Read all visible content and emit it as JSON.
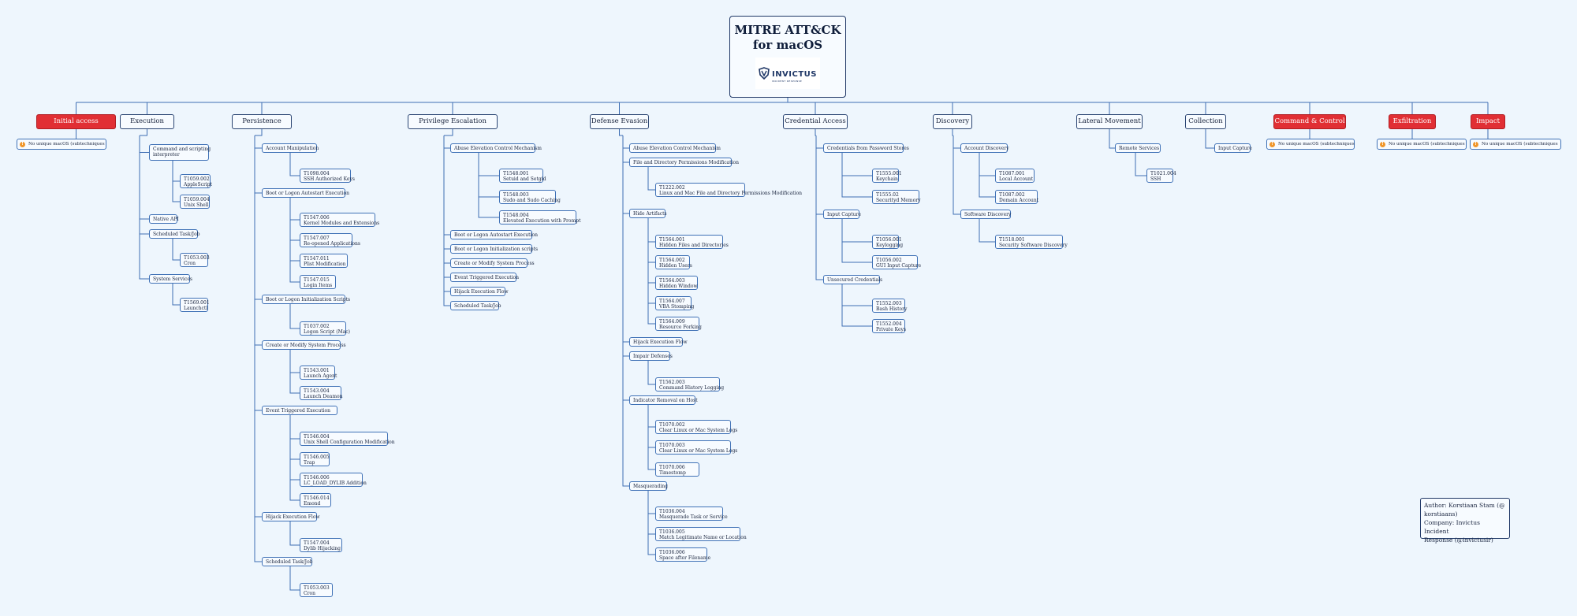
{
  "root": {
    "title_line1": "MITRE ATT&CK",
    "title_line2": "for macOS",
    "logo_text": "INVICTUS",
    "logo_sub": "INCIDENT RESPONSE"
  },
  "tactics": [
    {
      "label": "Initial access",
      "red": true
    },
    {
      "label": "Execution",
      "red": false
    },
    {
      "label": "Persistence",
      "red": false
    },
    {
      "label": "Privilege Escalation",
      "red": false
    },
    {
      "label": "Defense Evasion",
      "red": false
    },
    {
      "label": "Credential Access",
      "red": false
    },
    {
      "label": "Discovery",
      "red": false
    },
    {
      "label": "Lateral Movement",
      "red": false
    },
    {
      "label": "Collection",
      "red": false
    },
    {
      "label": "Command & Control",
      "red": true
    },
    {
      "label": "Exfiltration",
      "red": true
    },
    {
      "label": "Impact",
      "red": true
    }
  ],
  "no_unique": "No unique macOS (subtechniques",
  "execution": [
    {
      "parent": "Command and scripting interpreter",
      "children": [
        [
          "T1059.002",
          "AppleScript"
        ],
        [
          "T1059.004",
          "Unix Shell"
        ]
      ]
    },
    {
      "parent": "Native API",
      "children": []
    },
    {
      "parent": "Scheduled Task/Job",
      "children": [
        [
          "T1053.003",
          "Cron"
        ]
      ]
    },
    {
      "parent": "System Services",
      "children": [
        [
          "T1569.001",
          "Launchctl"
        ]
      ]
    }
  ],
  "persistence": [
    {
      "parent": "Account Manipulation",
      "children": [
        [
          "T1098.004",
          "SSH Authorized Keys"
        ]
      ]
    },
    {
      "parent": "Boot or Logon Autostart Execution",
      "children": [
        [
          "T1547.006",
          "Kernel Modules and Extensions"
        ],
        [
          "T1547.007",
          "Re-opened Applications"
        ],
        [
          "T1547.011",
          "Plist Modification"
        ],
        [
          "T1547.015",
          "Login Items"
        ]
      ]
    },
    {
      "parent": "Boot or Logon Initialization Scripts",
      "children": [
        [
          "T1037.002",
          "Logon Script (Mac)"
        ]
      ]
    },
    {
      "parent": "Create or Modify System Process",
      "children": [
        [
          "T1543.001",
          "Launch Agent"
        ],
        [
          "T1543.004",
          "Launch Deamon"
        ]
      ]
    },
    {
      "parent": "Event Triggered Execution",
      "children": [
        [
          "T1546.004",
          "Unix Shell Configuration Modification"
        ],
        [
          "T1546.005",
          "Trap"
        ],
        [
          "T1546.006",
          "LC_LOAD_DYLIB Addition"
        ],
        [
          "T1546.014",
          "Emond"
        ]
      ]
    },
    {
      "parent": "Hijack Execution Flow",
      "children": [
        [
          "T1547.004",
          "Dylib Hijacking"
        ]
      ]
    },
    {
      "parent": "Scheduled Task/Job",
      "children": [
        [
          "T1053.003",
          "Cron"
        ]
      ]
    }
  ],
  "privilege": [
    {
      "parent": "Abuse Elevation Control Mechanism",
      "children": [
        [
          "T1548.001",
          "Setuid and Setgid"
        ],
        [
          "T1548.003",
          "Sudo and Sudo Caching"
        ],
        [
          "T1548.004",
          "Elevated Execution with Prompt"
        ]
      ]
    },
    {
      "parent": "Boot or Logon Autostart Execution",
      "children": []
    },
    {
      "parent": "Boot or Logon Initialization scripts",
      "children": []
    },
    {
      "parent": "Create or Modify System Process",
      "children": []
    },
    {
      "parent": "Event Triggered Execution",
      "children": []
    },
    {
      "parent": "Hijack Execution Flow",
      "children": []
    },
    {
      "parent": "Scheduled Task/Job",
      "children": []
    }
  ],
  "defense": [
    {
      "parent": "Abuse Elevation Control Mechanism",
      "children": []
    },
    {
      "parent": "File and Directory Permissions Modification",
      "children": [
        [
          "T1222.002",
          "Linux and Mac File and Directory Permissions Modification"
        ]
      ]
    },
    {
      "parent": "Hide Artifacts",
      "children": [
        [
          "T1564.001",
          "Hidden Files and Directories"
        ],
        [
          "T1564.002",
          "Hidden Users"
        ],
        [
          "T1564.003",
          "Hidden Window"
        ],
        [
          "T1564.007",
          "VBA Stomping"
        ],
        [
          "T1564.009",
          "Resource Forking"
        ]
      ]
    },
    {
      "parent": "Hijack Execution Flow",
      "children": []
    },
    {
      "parent": "Impair Defenses",
      "children": [
        [
          "T1562.003",
          "Command History Logging"
        ]
      ]
    },
    {
      "parent": "Indicator Removal on Host",
      "children": [
        [
          "T1070.002",
          "Clear Linux or Mac System Logs"
        ],
        [
          "T1070.003",
          "Clear Linux or Mac System Logs"
        ],
        [
          "T1070.006",
          "Timestomp"
        ]
      ]
    },
    {
      "parent": "Masquerading",
      "children": [
        [
          "T1036.004",
          "Masquerade Task or Service"
        ],
        [
          "T1036.005",
          "Match Legitimate Name or Location"
        ],
        [
          "T1036.006",
          "Space after Filename"
        ]
      ]
    }
  ],
  "credential": [
    {
      "parent": "Credentials from Password Stores",
      "children": [
        [
          "T1555.001",
          "Keychain"
        ],
        [
          "T1555.02",
          "Securityd Memory"
        ]
      ]
    },
    {
      "parent": "Input Capture",
      "children": [
        [
          "T1056.001",
          "Keylogging"
        ],
        [
          "T1056.002",
          "GUI Input Capture"
        ]
      ]
    },
    {
      "parent": "Unsecured Credentials",
      "children": [
        [
          "T1552.003",
          "Bash History"
        ],
        [
          "T1552.004",
          "Private Keys"
        ]
      ]
    }
  ],
  "discovery": [
    {
      "parent": "Account Discovery",
      "children": [
        [
          "T1087.001",
          "Local Account"
        ],
        [
          "T1087.002",
          "Domain Account"
        ]
      ]
    },
    {
      "parent": "Software Discovery",
      "children": [
        [
          "T1518.001",
          "Security Software Discovery"
        ]
      ]
    }
  ],
  "lateral": [
    {
      "parent": "Remote Services",
      "children": [
        [
          "T1021.004",
          "SSH"
        ]
      ]
    }
  ],
  "collection": [
    {
      "parent": "Input Capture",
      "children": []
    }
  ],
  "author": {
    "line1": "Author: Korstiaan Stam (@",
    "line2": "korstiaans)",
    "line3": "Company: Invictus Incident",
    "line4": "Response (@invictusir)"
  }
}
